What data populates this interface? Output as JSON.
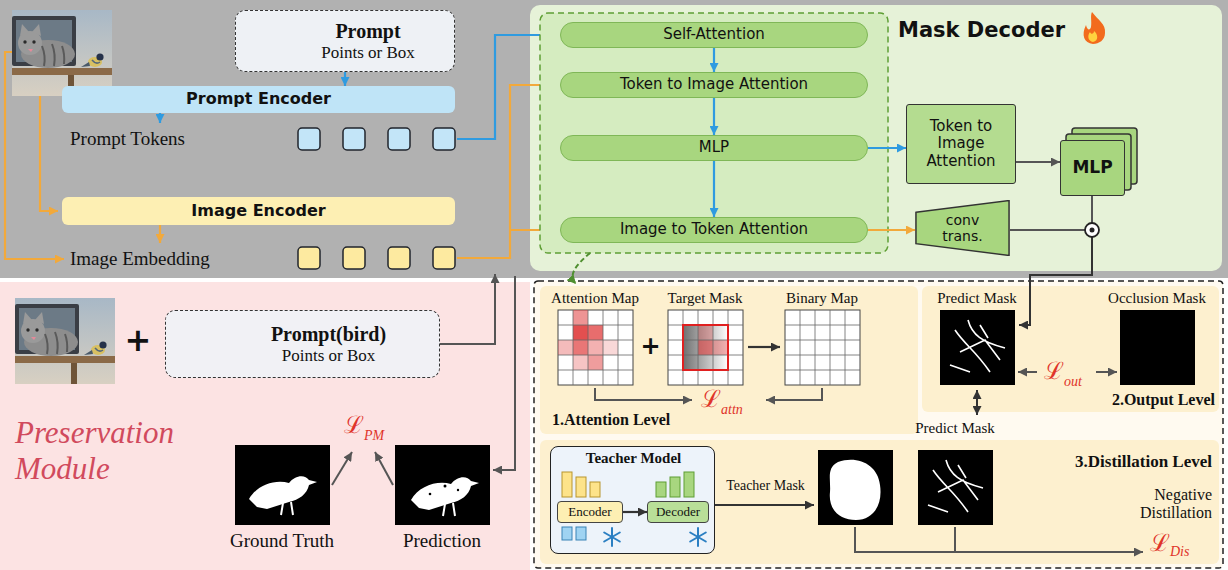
{
  "diagram": {
    "nodes": [
      {
        "text": [
          "Prompt",
          "Points or Box"
        ]
      },
      {
        "text": [
          "Prompt Encoder"
        ]
      },
      {
        "text": [
          "Image Encoder"
        ]
      },
      {
        "text": [
          "Mask Decoder"
        ]
      },
      {
        "text": [
          "Self-Attention"
        ],
        "in": 3
      },
      {
        "text": [
          "Token to Image Attention"
        ],
        "in": 3
      },
      {
        "text": [
          "MLP"
        ],
        "in": 3
      },
      {
        "text": [
          "Image to Token Attention"
        ],
        "in": 3
      },
      {
        "text": [
          "Token to Image Attention"
        ],
        "in": 3
      },
      {
        "text": [
          "MLP"
        ],
        "in": 3
      },
      {
        "text": [
          "conv trans."
        ],
        "in": 3
      },
      {
        "text": [
          "Preservation Module"
        ]
      },
      {
        "text": [
          "Prompt(bird)",
          "Points or Box"
        ],
        "in": 11
      },
      {
        "text": [
          "1.Attention Level"
        ]
      },
      {
        "text": [
          "2.Output Level"
        ]
      },
      {
        "text": [
          "3.Distillation Level",
          "Negative Distillation"
        ]
      },
      {
        "text": [
          "Teacher Model"
        ],
        "in": 15
      },
      {
        "text": [
          "Encoder"
        ],
        "in": 16
      },
      {
        "text": [
          "Decoder"
        ],
        "in": 16
      }
    ],
    "edges": [
      {
        "from": 0,
        "to": 1,
        "arrow": "to"
      },
      {
        "from": 4,
        "to": 5,
        "arrow": "to"
      },
      {
        "from": 5,
        "to": 6,
        "arrow": "to"
      },
      {
        "from": 6,
        "to": 7,
        "arrow": "to"
      },
      {
        "from": 6,
        "to": 8,
        "arrow": "to"
      },
      {
        "from": 8,
        "to": 9,
        "arrow": "to"
      },
      {
        "from": 7,
        "to": 10,
        "arrow": "to"
      },
      {
        "from": 17,
        "to": 18,
        "arrow": "to"
      }
    ],
    "labels": [
      "Prompt Tokens",
      "Image Embedding",
      "+",
      "Ground Truth",
      "Prediction",
      "ℒ",
      "PM",
      "Attention Map",
      "Target Mask",
      "Binary Map",
      "+",
      "ℒ",
      "attn",
      "Predict Mask",
      "Occlusion Mask",
      "ℒ",
      "out",
      "Teacher Mask",
      "Predict Mask",
      "ℒ",
      "Dis"
    ]
  }
}
